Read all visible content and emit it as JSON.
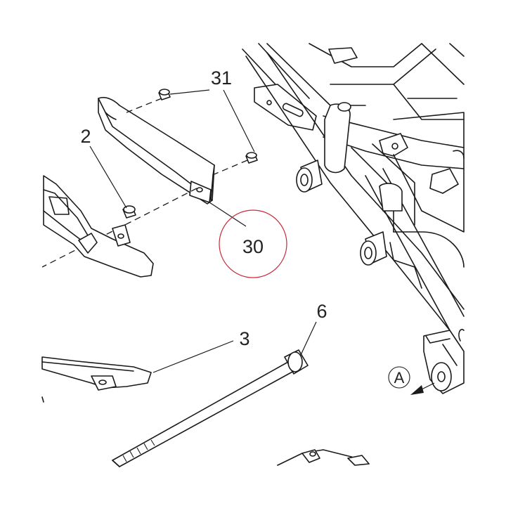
{
  "diagram": {
    "callouts": {
      "c31": "31",
      "c2": "2",
      "c30": "30",
      "c3": "3",
      "c6": "6"
    },
    "view_marker": "A",
    "highlight_color": "#c8293a",
    "line_color": "#1a1a1a"
  }
}
